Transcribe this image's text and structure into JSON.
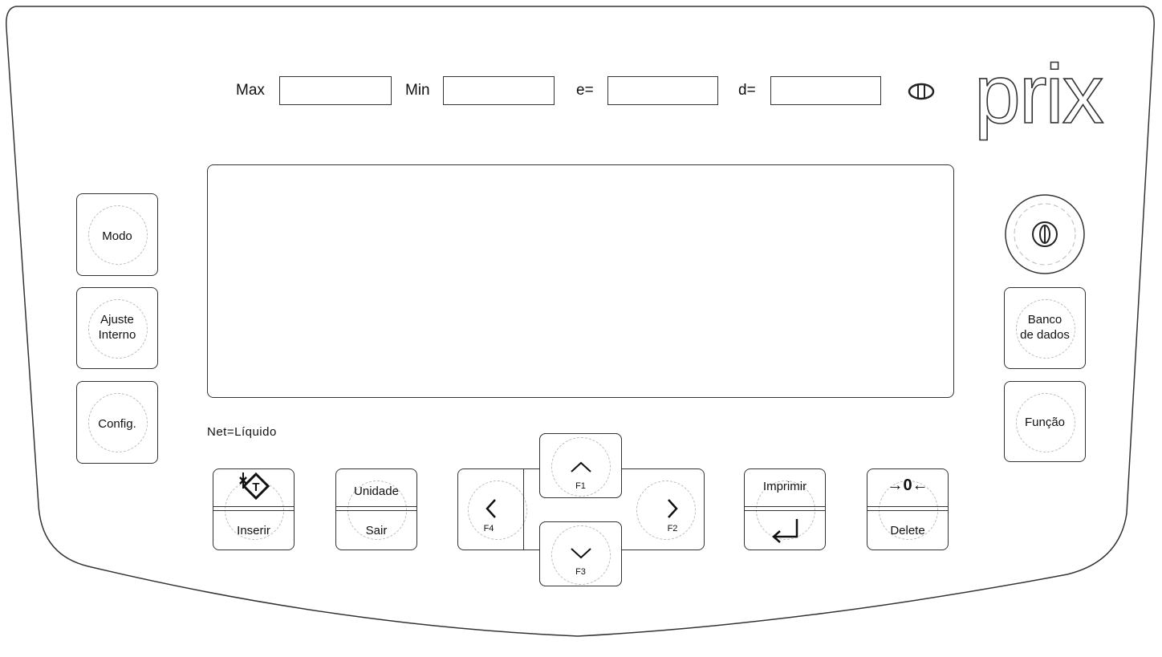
{
  "specs": {
    "max_label": "Max",
    "min_label": "Min",
    "e_label": "e=",
    "d_label": "d="
  },
  "brand": "prix",
  "note": "Net=Líquido",
  "left_keys": {
    "modo": "Modo",
    "ajuste_line1": "Ajuste",
    "ajuste_line2": "Interno",
    "config": "Config."
  },
  "right_keys": {
    "banco_line1": "Banco",
    "banco_line2": "de dados",
    "funcao": "Função"
  },
  "bottom_keys": {
    "inserir": "Inserir",
    "unidade": "Unidade",
    "sair": "Sair",
    "f1": "F1",
    "f2": "F2",
    "f3": "F3",
    "f4": "F4",
    "imprimir": "Imprimir",
    "delete": "Delete",
    "zero_symbol": "→0←",
    "tare_symbol": "T"
  }
}
